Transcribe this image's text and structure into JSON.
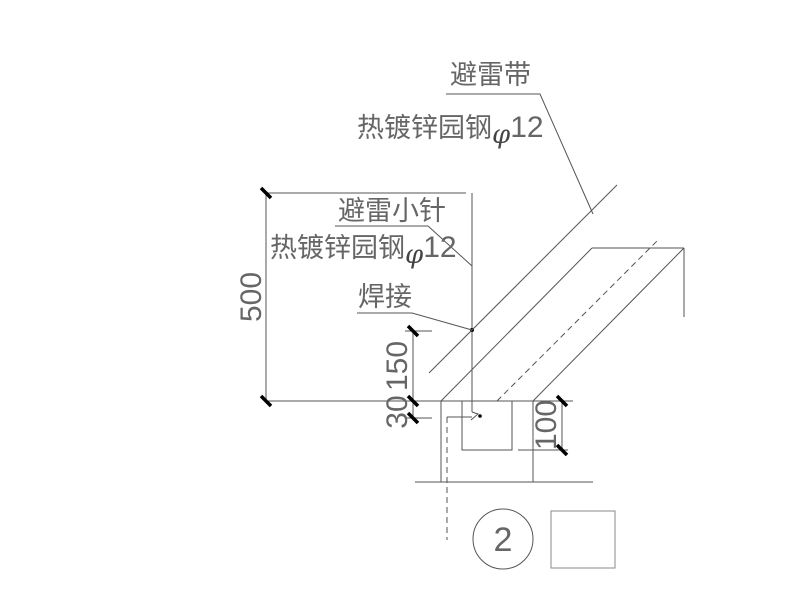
{
  "labels": {
    "lightning_strip": "避雷带",
    "strip_material": "热镀锌园钢",
    "strip_phi": "φ",
    "strip_size": "12",
    "air_terminal": "避雷小针",
    "terminal_material": "热镀锌园钢",
    "terminal_phi": "φ",
    "terminal_size": "12",
    "weld": "焊接"
  },
  "dimensions": {
    "height_total": "500",
    "height_150": "150",
    "height_30": "30",
    "depth_100": "100"
  },
  "detail_number": "2",
  "colors": {
    "line": "#555555",
    "tick": "#000000",
    "text": "#666666"
  }
}
